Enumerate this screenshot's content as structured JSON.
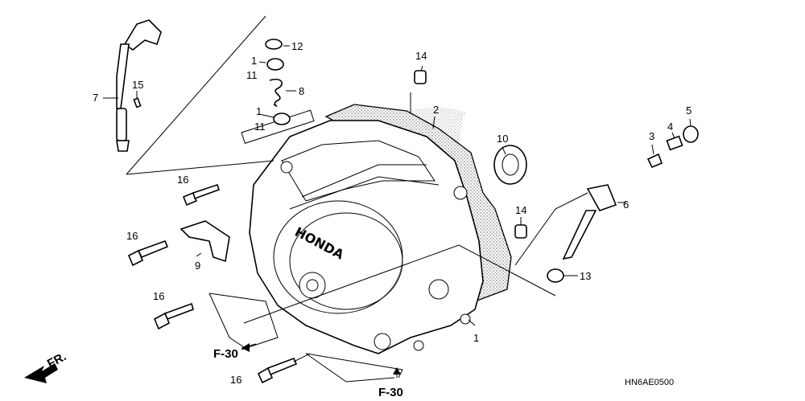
{
  "callouts": {
    "p1a": "1",
    "p1b": "1",
    "p1c": "1",
    "p2": "2",
    "p3": "3",
    "p4": "4",
    "p5": "5",
    "p6": "6",
    "p7": "7",
    "p8": "8",
    "p9": "9",
    "p10": "10",
    "p11a": "11",
    "p11b": "11",
    "p12": "12",
    "p13": "13",
    "p14a": "14",
    "p14b": "14",
    "p15": "15",
    "p16a": "16",
    "p16b": "16",
    "p16c": "16",
    "p16d": "16"
  },
  "refs": {
    "f30a": "F-30",
    "f30b": "F-30",
    "front": "FR."
  },
  "diagram_code": "HN6AE0500",
  "brand_text": "HONDA"
}
